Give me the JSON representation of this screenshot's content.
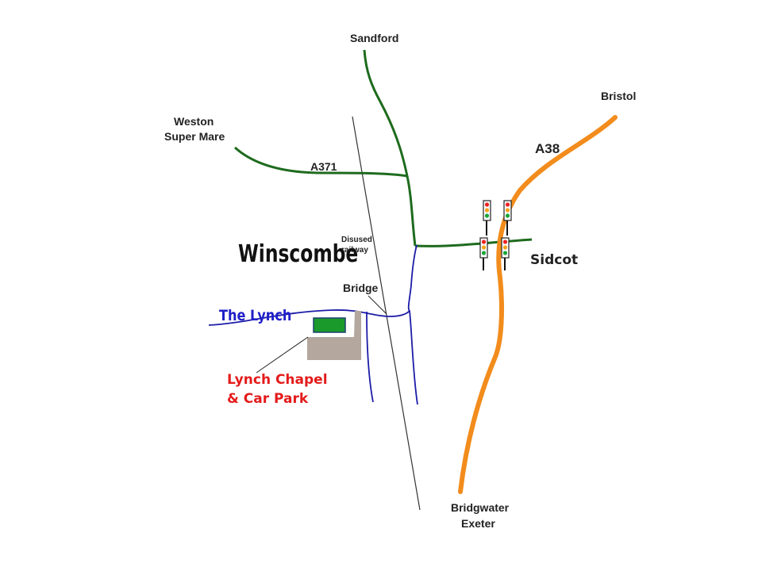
{
  "places": {
    "sandford": "Sandford",
    "bristol": "Bristol",
    "weston_line1": "Weston",
    "weston_line2": "Super Mare",
    "winscombe": "Winscombe",
    "sidcot": "Sidcot",
    "bridgwater": "Bridgwater",
    "exeter": "Exeter"
  },
  "roads": {
    "a371": "A371",
    "a38": "A38",
    "the_lynch": "The Lynch"
  },
  "features": {
    "railway_line1": "Disused",
    "railway_line2": "railway",
    "bridge": "Bridge",
    "chapel_line1": "Lynch Chapel",
    "chapel_line2": "& Car Park"
  },
  "colors": {
    "green_road": "#1e6b1e",
    "a38_orange": "#f28c1c",
    "lynch_blue": "#1c1ca8",
    "railway": "#333333",
    "chapel_fill": "#1a9a2a",
    "car_park": "#b3a79e",
    "label_red": "#e41b1b"
  },
  "icons": {
    "traffic_light": "traffic-light-icon"
  }
}
